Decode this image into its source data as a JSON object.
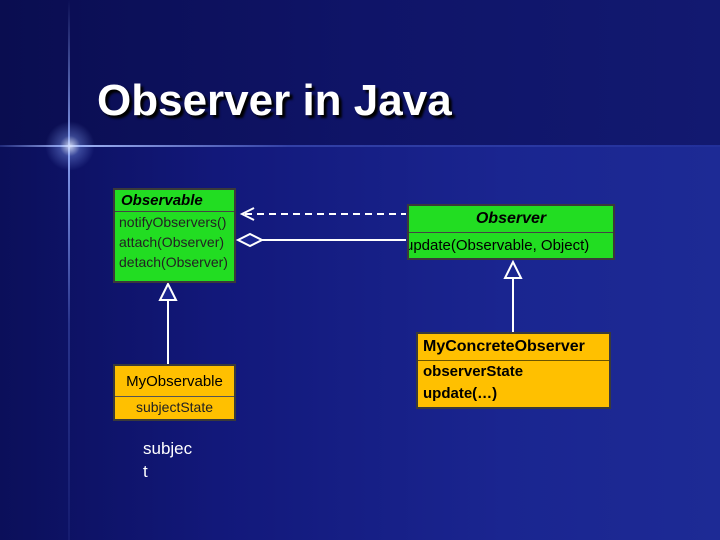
{
  "title": "Observer in Java",
  "observable": {
    "name": "Observable",
    "methods": [
      "notifyObservers()",
      "attach(Observer)",
      "detach(Observer)"
    ]
  },
  "observer": {
    "name": "Observer",
    "methods": [
      "update(Observable, Object)"
    ]
  },
  "my_observable": {
    "name": "MyObservable",
    "fields": [
      "subjectState"
    ]
  },
  "my_concrete_observer": {
    "name": "MyConcreteObserver",
    "members": [
      "observerState",
      "update(…)"
    ]
  },
  "subject_label": "subjec\nt",
  "colors": {
    "interface_box": "#22dd22",
    "concrete_box": "#ffc000",
    "background": "#12187a"
  }
}
